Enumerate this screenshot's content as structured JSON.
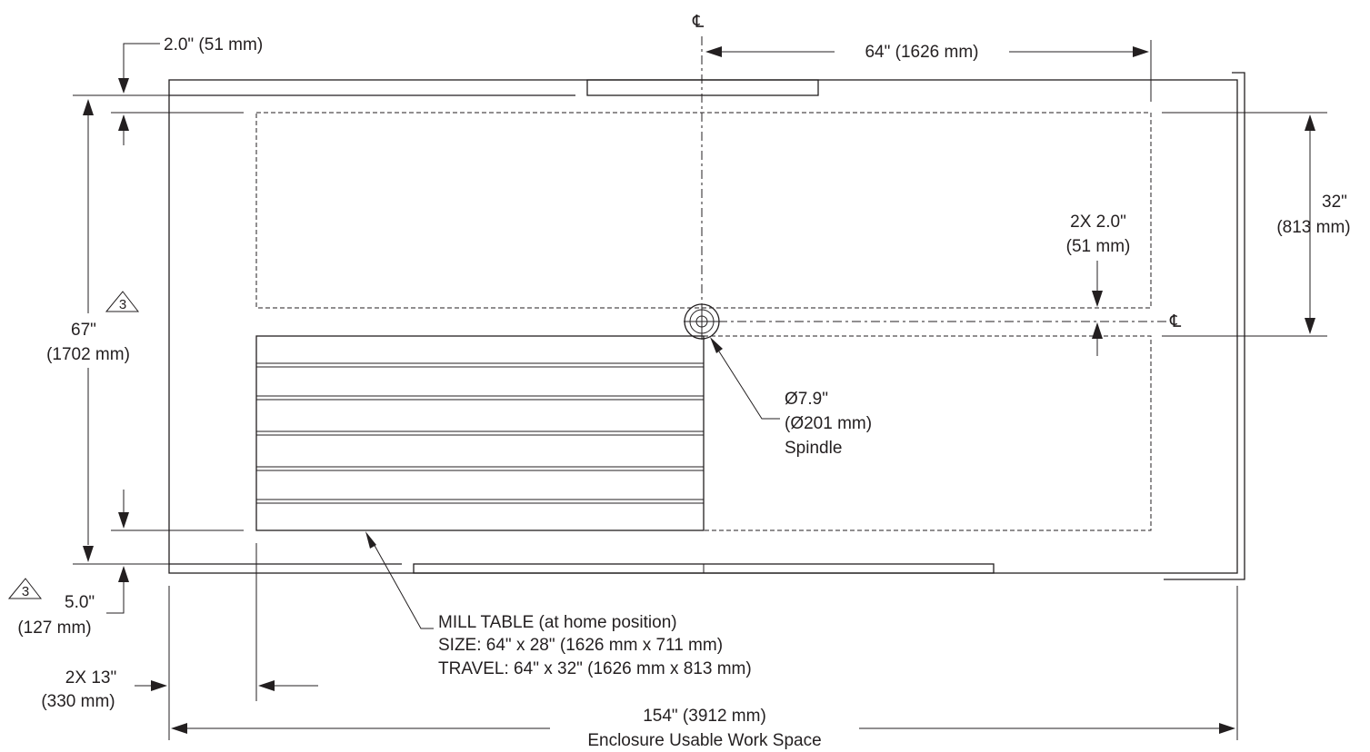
{
  "dimensions": {
    "top_gap": "2.0\" (51 mm)",
    "x_travel_half": "64\" (1626 mm)",
    "y_travel_half_in": "32\"",
    "y_travel_half_mm": "(813 mm)",
    "spindle_offset_line1": "2X 2.0\"",
    "spindle_offset_line2": "(51 mm)",
    "overall_depth_in": "67\"",
    "overall_depth_mm": "(1702 mm)",
    "bottom_gap_in": "5.0\"",
    "bottom_gap_mm": "(127 mm)",
    "side_gap_line1": "2X 13\"",
    "side_gap_line2": "(330 mm)",
    "overall_width": "154\" (3912 mm)",
    "overall_width_label": "Enclosure Usable Work Space"
  },
  "spindle": {
    "diameter_in": "Ø7.9\"",
    "diameter_mm": "(Ø201 mm)",
    "label": "Spindle"
  },
  "mill_table": {
    "title": "MILL TABLE (at home position)",
    "size": "SIZE: 64\" x 28\" (1626 mm x 711 mm)",
    "travel": "TRAVEL: 64\" x 32\" (1626 mm x 813 mm)"
  },
  "revision_marker": "3",
  "centerline_symbol": "℄"
}
